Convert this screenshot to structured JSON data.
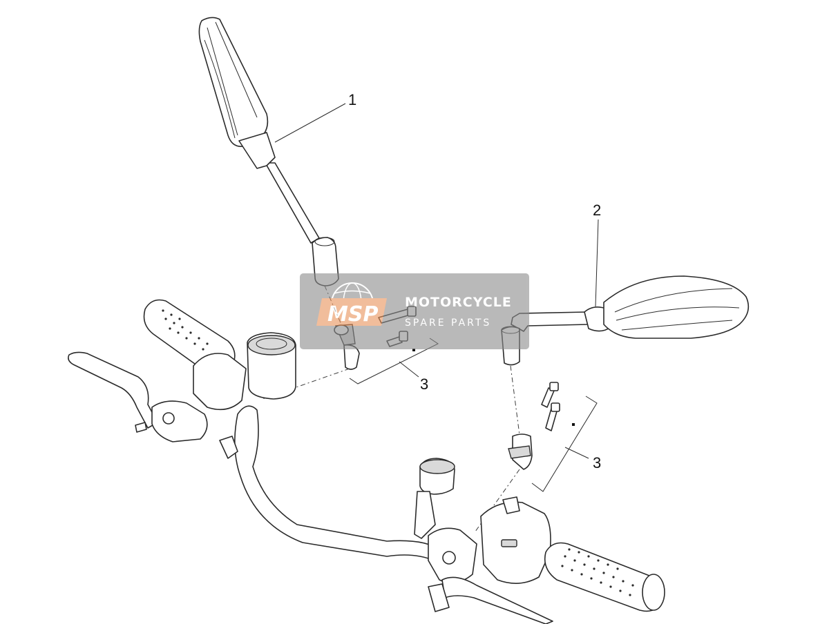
{
  "diagram": {
    "callouts": {
      "mirror_left": "1",
      "mirror_right": "2",
      "mount_kit_left": "3",
      "mount_kit_right": "3"
    }
  },
  "watermark": {
    "logo": "MSP",
    "line1": "MOTORCYCLE",
    "line2": "SPARE PARTS",
    "colors": {
      "box": "#8c8c8c",
      "logo_badge": "#e8925a"
    }
  }
}
